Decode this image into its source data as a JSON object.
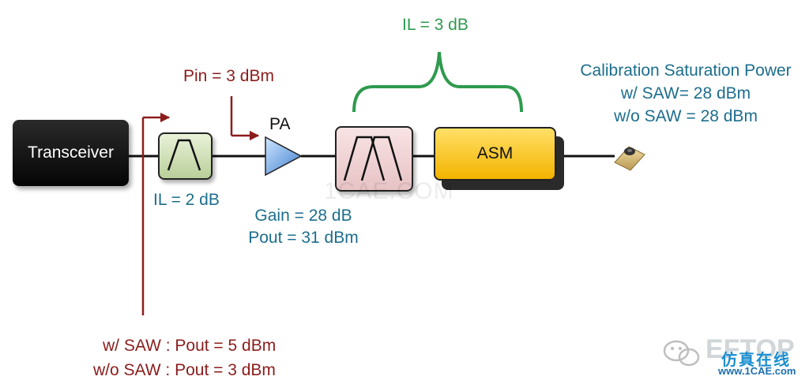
{
  "blocks": {
    "transceiver": "Transceiver",
    "pa": "PA",
    "asm": "ASM"
  },
  "labels": {
    "pin": "Pin = 3 dBm",
    "il_filter1": "IL = 2 dB",
    "gain": "Gain = 28 dB",
    "pout": "Pout = 31 dBm",
    "il_group": "IL = 3 dB",
    "calibration_title": "Calibration Saturation Power",
    "cal_with_saw": "w/ SAW= 28 dBm",
    "cal_without_saw": "w/o SAW = 28 dBm",
    "pout_with_saw": "w/ SAW : Pout = 5 dBm",
    "pout_without_saw": "w/o SAW : Pout = 3 dBm"
  },
  "watermark": {
    "text": "1CAE.COM",
    "logo": "EFTOP",
    "logo_cn": "仿真在线",
    "url": "www.1CAE.com"
  },
  "colors": {
    "teal": "#1c6e8c",
    "dark_red": "#8c1c1c",
    "green": "#2e9a4e",
    "asm_yellow": "#f7c600",
    "filter1_green": "#cfe0b4",
    "filter2_pink": "#f0d2d3",
    "pa_blue": "#4a8fd8"
  },
  "icons": {
    "connector": "rf-connector-icon",
    "wechat": "wechat-icon"
  }
}
